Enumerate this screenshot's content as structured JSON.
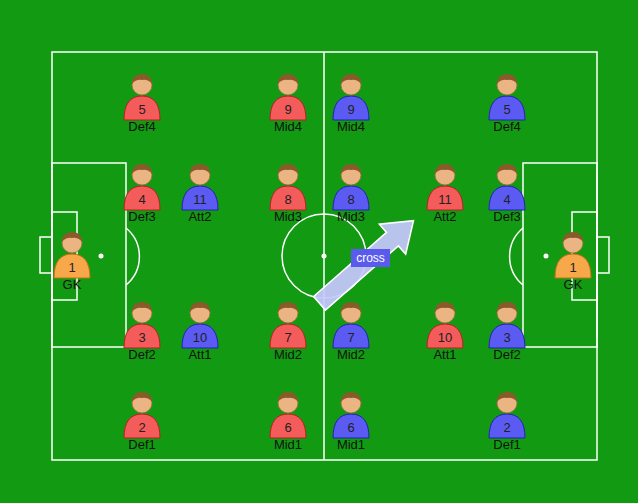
{
  "diagram": {
    "nodes": [
      {
        "text": [
          "5",
          "Def4"
        ]
      },
      {
        "text": [
          "9",
          "Mid4"
        ]
      },
      {
        "text": [
          "9",
          "Mid4"
        ]
      },
      {
        "text": [
          "5",
          "Def4"
        ]
      },
      {
        "text": [
          "4",
          "Def3"
        ]
      },
      {
        "text": [
          "11",
          "Att2"
        ]
      },
      {
        "text": [
          "8",
          "Mid3"
        ]
      },
      {
        "text": [
          "8",
          "Mid3"
        ]
      },
      {
        "text": [
          "11",
          "Att2"
        ]
      },
      {
        "text": [
          "4",
          "Def3"
        ]
      },
      {
        "text": [
          "1",
          "GK"
        ]
      },
      {
        "text": [
          "1",
          "GK"
        ]
      },
      {
        "text": [
          "3",
          "Def2"
        ]
      },
      {
        "text": [
          "10",
          "Att1"
        ]
      },
      {
        "text": [
          "7",
          "Mid2"
        ]
      },
      {
        "text": [
          "7",
          "Mid2"
        ]
      },
      {
        "text": [
          "10",
          "Att1"
        ]
      },
      {
        "text": [
          "3",
          "Def2"
        ]
      },
      {
        "text": [
          "2",
          "Def1"
        ]
      },
      {
        "text": [
          "6",
          "Mid1"
        ]
      },
      {
        "text": [
          "6",
          "Mid1"
        ]
      },
      {
        "text": [
          "2",
          "Def1"
        ]
      }
    ],
    "edges": [
      {
        "from": 14,
        "to": 8,
        "arrow": "to",
        "label": "cross"
      }
    ]
  }
}
